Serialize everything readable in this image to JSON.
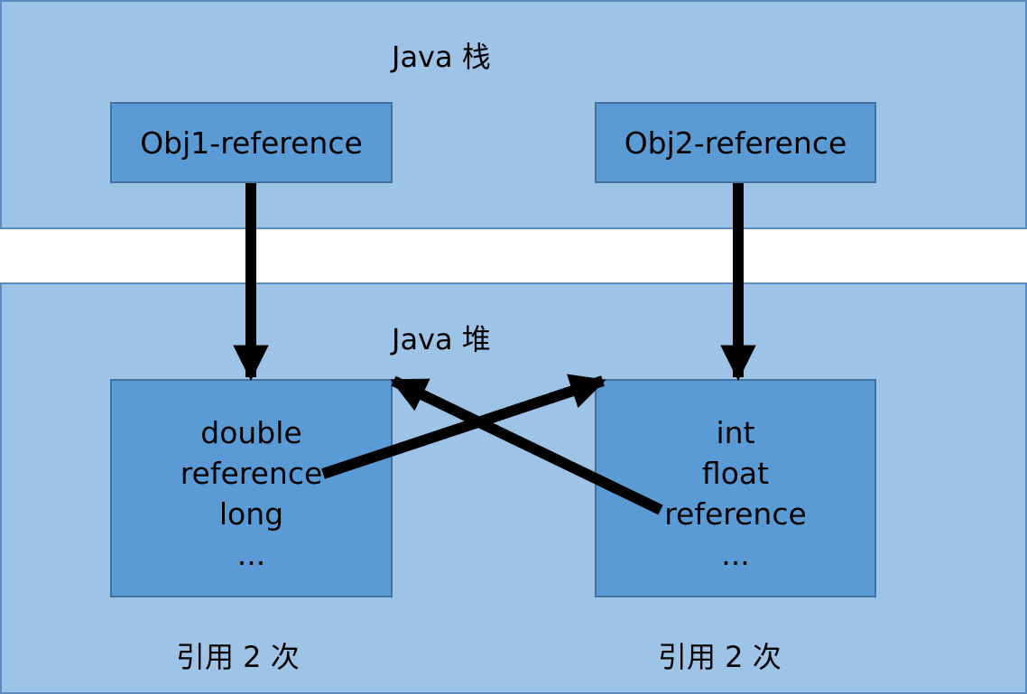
{
  "stack": {
    "title": "Java 栈"
  },
  "heap": {
    "title": "Java 堆"
  },
  "obj1": {
    "reference_label": "Obj1-reference",
    "fields": [
      "double",
      "reference",
      "long",
      "..."
    ],
    "count_label": "引用 2 次"
  },
  "obj2": {
    "reference_label": "Obj2-reference",
    "fields": [
      "int",
      "float",
      "reference",
      "..."
    ],
    "count_label": "引用 2 次"
  },
  "colors": {
    "region_fill": "#9dc3e6",
    "region_border": "#5b8bc0",
    "box_fill": "#5b9bd5",
    "box_border": "#41719c",
    "arrow": "#000000"
  }
}
